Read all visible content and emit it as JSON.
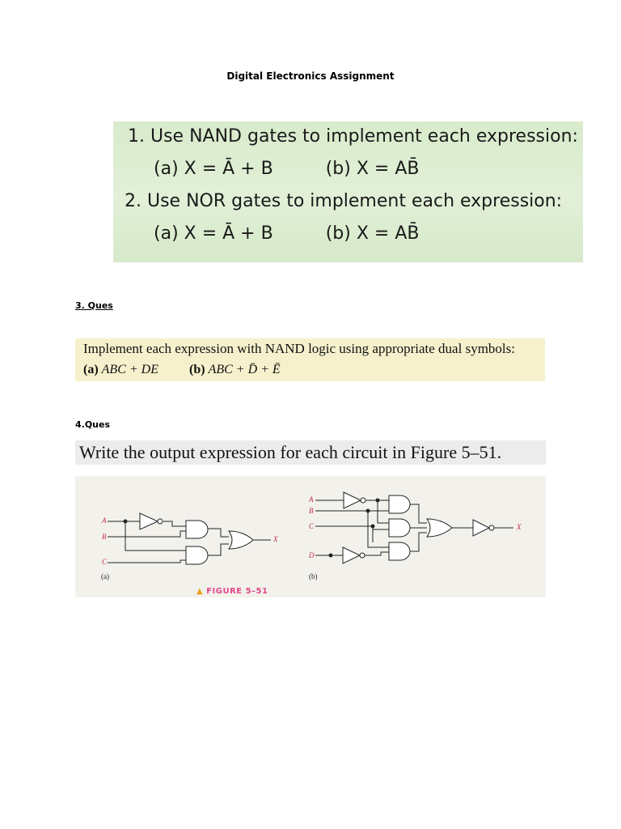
{
  "title": "Digital Electronics Assignment",
  "problems_image": {
    "line1": "1. Use NAND gates to implement each expression:",
    "line2": {
      "a": "(a) X = Ā + B",
      "b": "(b) X = AB̄"
    },
    "line3": "2. Use NOR gates to implement each expression:",
    "line4": {
      "a": "(a) X = Ā + B",
      "b": "(b) X = AB̄"
    }
  },
  "q3": {
    "label": "3. Ques",
    "instruction": "Implement each expression with NAND logic using appropriate dual symbols:",
    "part_a_label": "(a)",
    "part_a": "ABC + DE",
    "part_b_label": "(b)",
    "part_b": "ABC + D̄ + Ē"
  },
  "q4": {
    "label": "4.Ques",
    "instruction": "Write the output expression for each circuit in Figure 5–51."
  },
  "figure": {
    "caption": "FIGURE 5–51",
    "circuit_a": {
      "inputs": [
        "A",
        "B",
        "C"
      ],
      "output": "X",
      "sublabel": "(a)"
    },
    "circuit_b": {
      "inputs": [
        "A",
        "B",
        "C",
        "D"
      ],
      "output": "X",
      "sublabel": "(b)"
    },
    "colors": {
      "input_label": "#c0284a",
      "caption": "#e04a8a",
      "caption_marker": "#f0a01e"
    }
  }
}
